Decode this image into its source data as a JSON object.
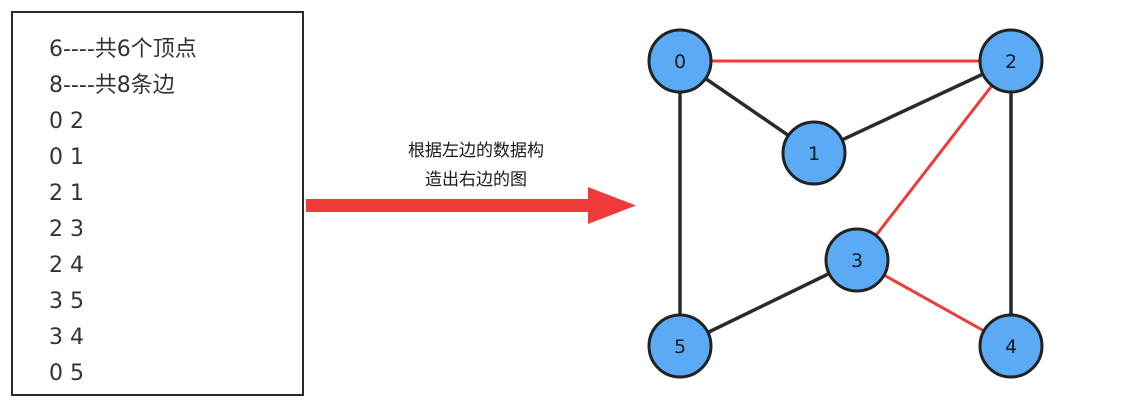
{
  "input_panel": {
    "lines": [
      "6----共6个顶点",
      "8----共8条边",
      "0 2",
      "0 1",
      "2 1",
      "2 3",
      "2 4",
      "3 5",
      "3 4",
      "0 5"
    ]
  },
  "arrow": {
    "caption_line_1": "根据左边的数据构",
    "caption_line_2": "造出右边的图",
    "color": "#f03a3a"
  },
  "graph": {
    "node_fill": "#5aaaf5",
    "node_stroke": "#222222",
    "black_edge_color": "#2b2b2b",
    "red_edge_color": "#f03a3a",
    "nodes": [
      {
        "id": "0",
        "label": "0"
      },
      {
        "id": "1",
        "label": "1"
      },
      {
        "id": "2",
        "label": "2"
      },
      {
        "id": "3",
        "label": "3"
      },
      {
        "id": "4",
        "label": "4"
      },
      {
        "id": "5",
        "label": "5"
      }
    ],
    "edges": [
      {
        "from": "0",
        "to": "2",
        "color": "red"
      },
      {
        "from": "0",
        "to": "1",
        "color": "black"
      },
      {
        "from": "2",
        "to": "1",
        "color": "black"
      },
      {
        "from": "2",
        "to": "3",
        "color": "red"
      },
      {
        "from": "2",
        "to": "4",
        "color": "black"
      },
      {
        "from": "3",
        "to": "5",
        "color": "black"
      },
      {
        "from": "3",
        "to": "4",
        "color": "red"
      },
      {
        "from": "0",
        "to": "5",
        "color": "black"
      }
    ]
  }
}
